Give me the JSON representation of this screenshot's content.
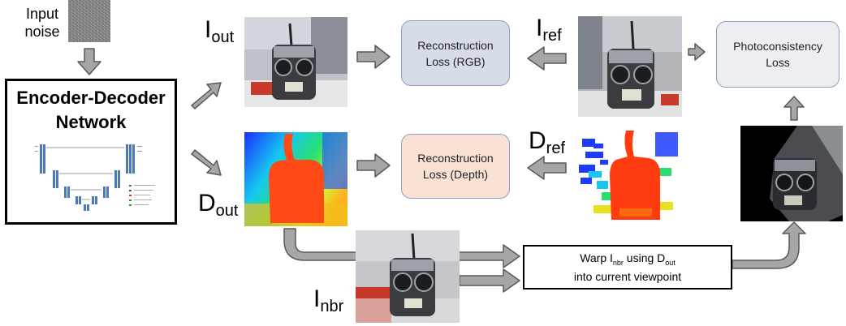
{
  "input": {
    "line1": "Input",
    "line2": "noise"
  },
  "network": {
    "line1": "Encoder-Decoder",
    "line2": "Network"
  },
  "symbols": {
    "i_out": {
      "base": "I",
      "sub": "out"
    },
    "d_out": {
      "base": "D",
      "sub": "out"
    },
    "i_ref": {
      "base": "I",
      "sub": "ref"
    },
    "d_ref": {
      "base": "D",
      "sub": "ref"
    },
    "i_nbr": {
      "base": "I",
      "sub": "nbr"
    }
  },
  "boxes": {
    "rgb": {
      "line1": "Reconstruction",
      "line2": "Loss (RGB)"
    },
    "depth": {
      "line1": "Reconstruction",
      "line2": "Loss (Depth)"
    },
    "photo": {
      "line1": "Photoconsistency",
      "line2": "Loss"
    },
    "warp": {
      "w1": "Warp I",
      "w1sub": "nbr",
      "w2": " using D",
      "w2sub": "out",
      "line2": "into current viewpoint"
    }
  },
  "colors": {
    "arrow_fill": "#a6a6a6",
    "arrow_stroke": "#595959",
    "rgb_box": "#d6dce8",
    "depth_box": "#f9e2d4",
    "photo_box": "#edeef1",
    "depth_red": "#ff3b10",
    "depth_blue": "#1e3cff"
  }
}
